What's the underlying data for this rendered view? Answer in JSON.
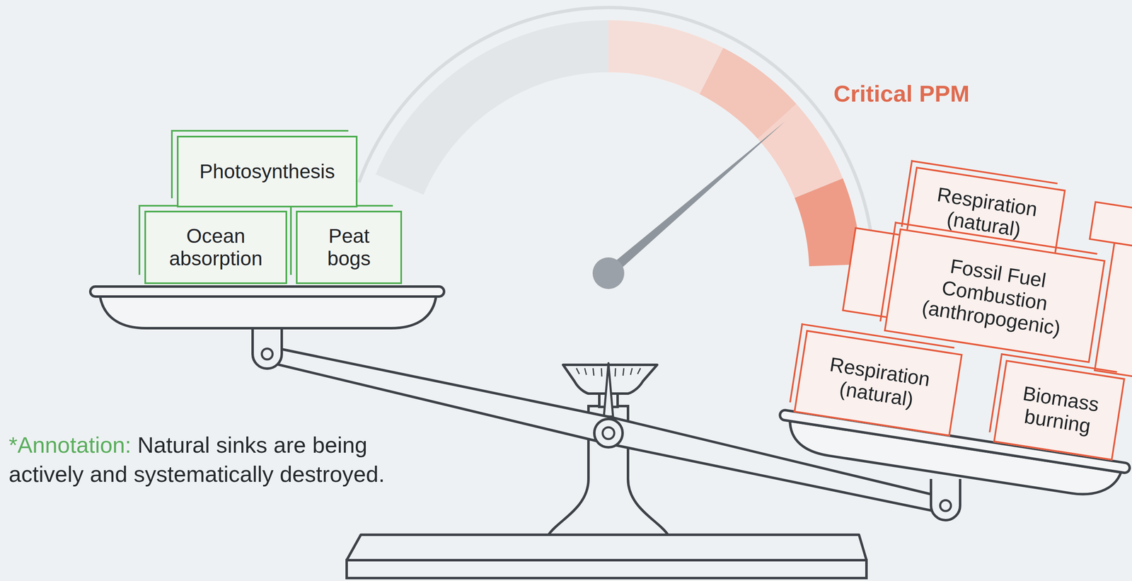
{
  "diagram": {
    "nodes": [
      {
        "text": [
          "Photosynthesis"
        ]
      },
      {
        "text": [
          "Ocean absorption"
        ]
      },
      {
        "text": [
          "Peat bogs"
        ]
      },
      {
        "text": [
          "Respiration (natural)"
        ]
      },
      {
        "text": [
          "Fossil Fuel Combustion (anthropogenic)"
        ]
      },
      {
        "text": [
          "Respiration (natural)"
        ]
      },
      {
        "text": [
          "Biomass burning"
        ]
      }
    ],
    "labels": [
      "Critical PPM",
      "*Annotation:",
      "Natural sinks are being actively and systematically destroyed."
    ]
  }
}
